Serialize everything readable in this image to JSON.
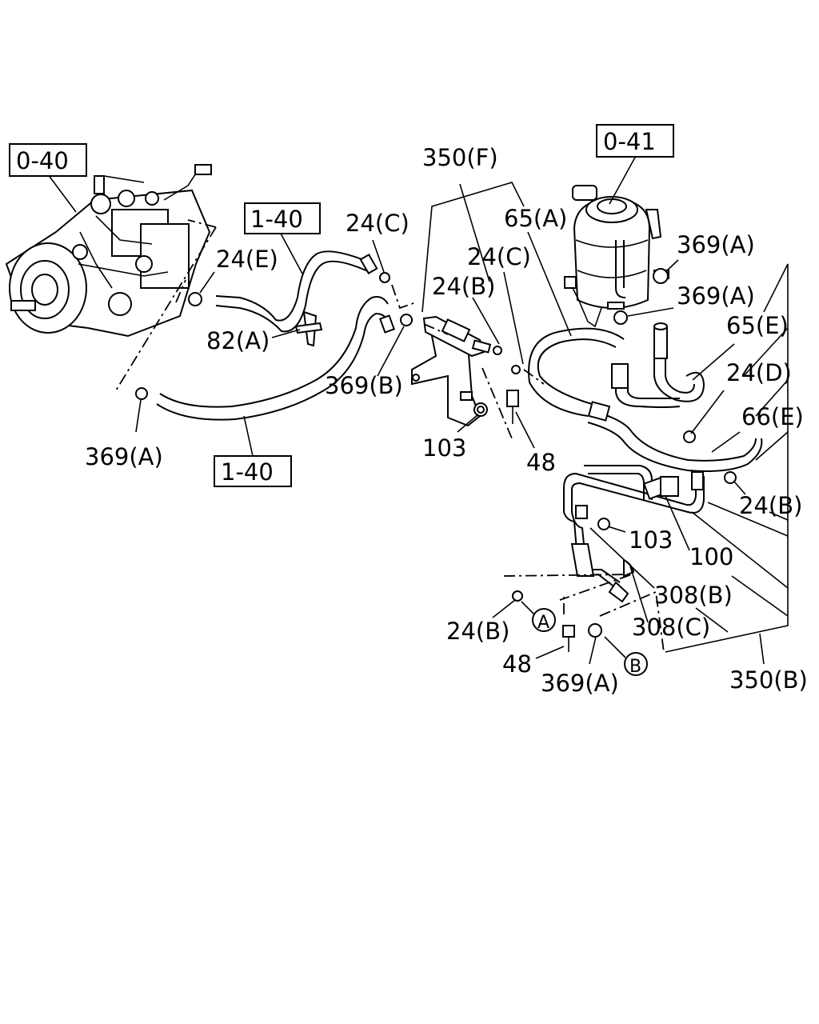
{
  "callouts": {
    "ref_0_40": "0-40",
    "ref_0_41": "0-41",
    "ref_1_40_top": "1-40",
    "ref_1_40_bottom": "1-40",
    "p350f": "350(F)",
    "p65a": "65(A)",
    "p24c_1": "24(C)",
    "p24c_2": "24(C)",
    "p24e": "24(E)",
    "p24b_mid": "24(B)",
    "p369a_top1": "369(A)",
    "p369a_top2": "369(A)",
    "p65e": "65(E)",
    "p24d": "24(D)",
    "p66e": "66(E)",
    "p82a": "82(A)",
    "p369b": "369(B)",
    "p369a_left": "369(A)",
    "p103_1": "103",
    "p48_1": "48",
    "p24b_right": "24(B)",
    "p103_2": "103",
    "p100": "100",
    "p308b": "308(B)",
    "p308c": "308(C)",
    "p24b_bottom": "24(B)",
    "p48_2": "48",
    "p369a_bottom": "369(A)",
    "p350b": "350(B)",
    "circle_a": "A",
    "circle_b": "B"
  }
}
